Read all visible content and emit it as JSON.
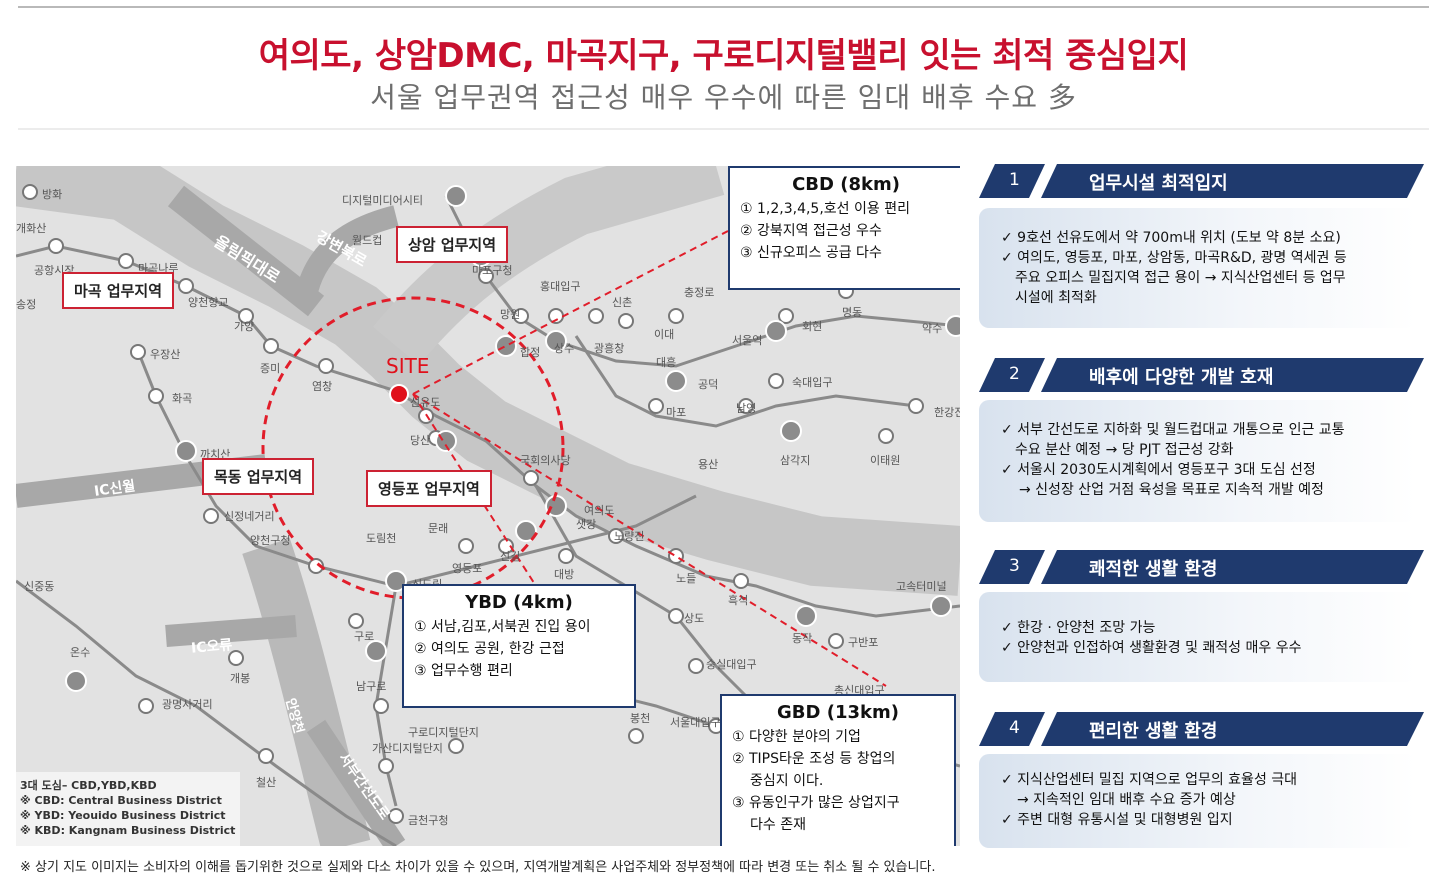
{
  "header": {
    "title": "여의도, 상암DMC, 마곡지구, 구로디지털밸리 잇는 최적 중심입지",
    "subtitle": "서울 업무권역 접근성 매우 우수에 따른 임대 배후 수요 多"
  },
  "map": {
    "site_label": "SITE",
    "zones": {
      "sangam": "상암 업무지역",
      "magok": "마곡 업무지역",
      "mokdong": "목동 업무지역",
      "yeongdeungpo": "영등포 업무지역"
    },
    "roads": {
      "olympic": "올림픽대로",
      "gangbyeon": "강변북로",
      "ic_sinwol": "IC신월",
      "ic_oryu": "IC오류",
      "anyang": "안양천",
      "seobu": "서부간선도로"
    },
    "stations": {
      "banghwa": "방화",
      "gaehwasan": "개화산",
      "gonghang": "공항시장",
      "magoknaru": "마곡나루",
      "songjeong": "송정",
      "yangcheon_hyanggyo": "양천향교",
      "gayang": "가양",
      "ujangsan": "우장산",
      "jeungmi": "증미",
      "yeomchang": "염창",
      "hwagok": "화곡",
      "kkachisan": "까치산",
      "dmc": "디지털미디어시티",
      "worldcup": "월드컵",
      "mapo_gu": "마포구청",
      "mangwon": "망원",
      "hongdae": "홍대입구",
      "sinchon": "신촌",
      "chungjeongno": "충정로",
      "ewha": "이대",
      "hapjeong": "합정",
      "sangsu": "상수",
      "gwangheungchang": "광흥창",
      "daeheung": "대흥",
      "gongdeok": "공덕",
      "mapo": "마포",
      "aeogae": "서울역",
      "sukdae": "숙대입구",
      "namyeong": "남영",
      "samgakji": "삼각지",
      "yongsan": "용산",
      "itaewon": "이태원",
      "hangang": "한강진",
      "hoehyeon": "회현",
      "myeongdong": "명동",
      "yaksu": "약수",
      "seonyudo": "선유도",
      "dangsan": "당산",
      "gukhoe": "국회의사당",
      "yeouido": "여의도",
      "saetgang": "샛강",
      "sinjeong_negeori": "신정네거리",
      "yangcheon_gu": "양천구청",
      "mullae": "문래",
      "dorimcheon": "도림천",
      "yeongdeungpo": "영등포",
      "singil": "신길",
      "daebang": "대방",
      "noryangjin": "노량진",
      "nodeul": "노들",
      "heukseok": "흑석",
      "sindorim": "신도림",
      "sinjung": "신중동",
      "onsu": "온수",
      "guro": "구로",
      "gaebong": "개봉",
      "sangdo": "상도",
      "dongjak": "동작",
      "banpo": "구반포",
      "express": "고속터미널",
      "soongsil": "숭실대입구",
      "guri": "남구로",
      "gasan": "가산디지털단지",
      "guro_digital": "구로디지털단지",
      "bongcheon": "봉천",
      "snu": "서울대입구",
      "chongsin": "총신대입구",
      "gwangmyeong": "광명사거리",
      "cheolsan": "철산",
      "geumcheon": "금천구청"
    },
    "legend": {
      "line1": "3대 도심– CBD,YBD,KBD",
      "line2": "※ CBD: Central Business District",
      "line3": "※ YBD: Yeouido Business District",
      "line4": "※ KBD: Kangnam Business District"
    }
  },
  "boxes": {
    "cbd": {
      "title": "CBD (8km)",
      "items": [
        "① 1,2,3,4,5,호선 이용 편리",
        "② 강북지역 접근성 우수",
        "③ 신규오피스 공급 다수"
      ]
    },
    "ybd": {
      "title": "YBD (4km)",
      "items": [
        "① 서남,김포,서북권 진입 용이",
        "② 여의도 공원, 한강 근접",
        "③ 업무수행 편리"
      ]
    },
    "gbd": {
      "title": "GBD (13km)",
      "items": [
        "① 다양한 분야의 기업",
        "② TIPS타운 조성 등 창업의",
        "중심지 이다.",
        "③ 유동인구가 많은 상업지구",
        "다수 존재"
      ]
    }
  },
  "sections": [
    {
      "num": "1",
      "title": "업무시설 최적입지",
      "items": [
        "✓ 9호선 선유도에서 약 700m내 위치 (도보 약 8분 소요)",
        "✓ 여의도, 영등포, 마포, 상암동, 마곡R&D, 광명 역세권 등",
        "주요 오피스 밀집지역 접근 용이 → 지식산업센터 등 업무",
        "시설에 최적화"
      ]
    },
    {
      "num": "2",
      "title": "배후에 다양한 개발 호재",
      "items": [
        "✓ 서부 간선도로 지하화 및 월드컵대교 개통으로 인근 교통",
        "수요 분산 예정 → 당 PJT 접근성 강화",
        "✓ 서울시 2030도시계획에서 영등포구 3대 도심 선정",
        "→  신성장 산업 거점 육성을 목표로 지속적 개발 예정"
      ]
    },
    {
      "num": "3",
      "title": "쾌적한 생활 환경",
      "items": [
        "✓ 한강 · 안양천 조망 가능",
        "✓ 안양천과 인접하여 생활환경 및 쾌적성 매우 우수"
      ]
    },
    {
      "num": "4",
      "title": "편리한 생활 환경",
      "items": [
        "✓ 지식산업센터 밀집 지역으로 업무의 효율성 극대",
        "→ 지속적인 임대 배후 수요 증가 예상",
        "✓ 주변 대형 유통시설 및 대형병원 입지"
      ]
    }
  ],
  "footnote": "※ 상기 지도 이미지는 소비자의 이해를 돕기위한 것으로 실제와 다소 차이가 있을 수 있으며, 지역개발계획은 사업주체와 정부정책에 따라 변경 또는 취소 될 수 있습니다.",
  "colors": {
    "accent_red": "#c8102e",
    "navy": "#1f3a6e",
    "map_bg": "#e2e2e2"
  }
}
